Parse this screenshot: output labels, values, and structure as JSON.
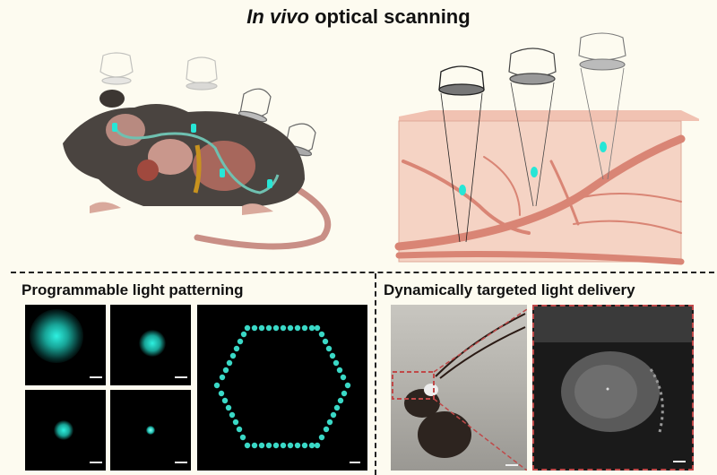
{
  "title": {
    "italic": "In vivo",
    "rest": " optical scanning"
  },
  "sections": {
    "left_bottom": {
      "title": "Programmable light patterning"
    },
    "right_bottom": {
      "title": "Dynamically targeted light delivery"
    }
  },
  "colors": {
    "background": "#fdfbf0",
    "cyan_light": "#27e6d6",
    "tissue": "#f3cbb8",
    "vessel": "#d98575",
    "mouse_fur": "#4a4440",
    "frame_red": "#c04848"
  },
  "panels": {
    "spots": [
      {
        "name": "large-spot",
        "size": "large"
      },
      {
        "name": "medium-spot",
        "size": "medium"
      },
      {
        "name": "small-spot",
        "size": "small"
      },
      {
        "name": "tiny-spot",
        "size": "tiny"
      }
    ],
    "pattern": {
      "shape": "hexagon",
      "dots_per_side": 11
    },
    "photos": [
      "mouse-with-fibers-photo",
      "zoomed-head-grayscale-photo"
    ]
  }
}
